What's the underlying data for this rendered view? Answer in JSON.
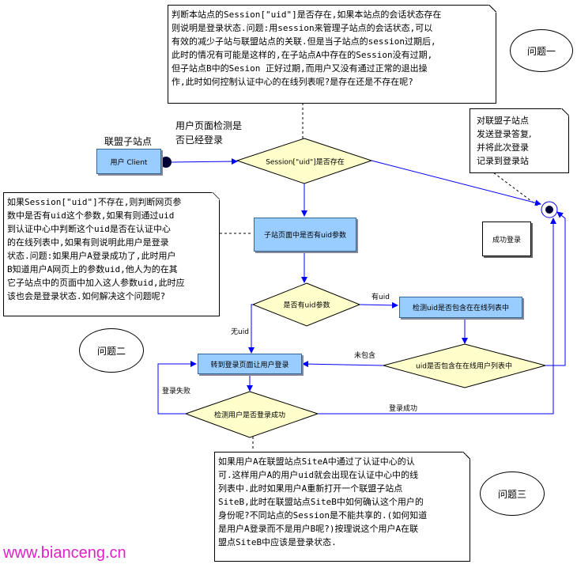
{
  "notes": {
    "note1": "判断本站点的Session[\"uid\"]是否存在,如果本站点的会话状态存在\n则说明是登录状态.问题:用session来管理子站点的会话状态,可以\n有效的减少子站与联盟站点的关联.但是当子站点的session过期后,\n此时的情况有可能是这样的,在子站点A中存在的Session没有过期,\n但子站点B中的Sesion 正好过期,而用户又没有通过正常的退出操\n作,此时如何控制认证中心的在线列表呢?是存在还是不存在呢?",
    "note2": "对联盟子站点\n发送登录答复,\n并将此次登录\n记录到登录站",
    "note3": "如果Session[\"uid\"]不存在,则判断网页参\n数中是否有uid这个参数,如果有则通过uid\n到认证中心中判断这个uid是否在认证中心\n的在线列表中,如果有则说明此用户是登录\n状态.问题:如果用户A登录成功了,此时用户\nB知道用户A网页上的参数uid,他人为的在其\n它子站点中的页面中加入这人参数uid,此时应\n该也会是登录状态.如何解决这个问题呢?",
    "note4": "如果用户A在联盟站点SiteA中通过了认证中心的认\n可.这样用户A的用户uid就会出现在认证中心中的线\n列表中.此时如果用户A重新打开一个联盟子站点\nSiteB,此时在联盟站点SiteB中如何确认这个用户的\n身份呢?不同站点的Session是不能共享的.(如何知道\n是用户A登录而不是用户B呢?)按理说这个用户A在联\n盟点SiteB中应该是登录状态."
  },
  "questions": {
    "q1": "问题一",
    "q2": "问题二",
    "q3": "问题三"
  },
  "swimlane": {
    "title": "联盟子站点",
    "check_label_line1": "用户页面检测是",
    "check_label_line2": "否已经登录"
  },
  "nodes": {
    "client": "用户 Client",
    "decision_session": "Session[\"uid\"]是否存在",
    "check_param": "子站页面中是否有uid参数",
    "decision_has_uid": "是否有uid参数",
    "check_online": "检测uid是否包含在在线列表中",
    "decision_online": "uid是否包含在在线用户列表中",
    "goto_login": "转到登录页面让用户登录",
    "decision_login_ok": "检测用户是否登录成功",
    "login_success_box": "成功登录"
  },
  "edges": {
    "has_uid": "有uid",
    "no_uid": "无uid",
    "not_contained": "未包含",
    "login_fail": "登录失败",
    "login_success": "登录成功"
  },
  "watermark": "www.bianceng.cn"
}
